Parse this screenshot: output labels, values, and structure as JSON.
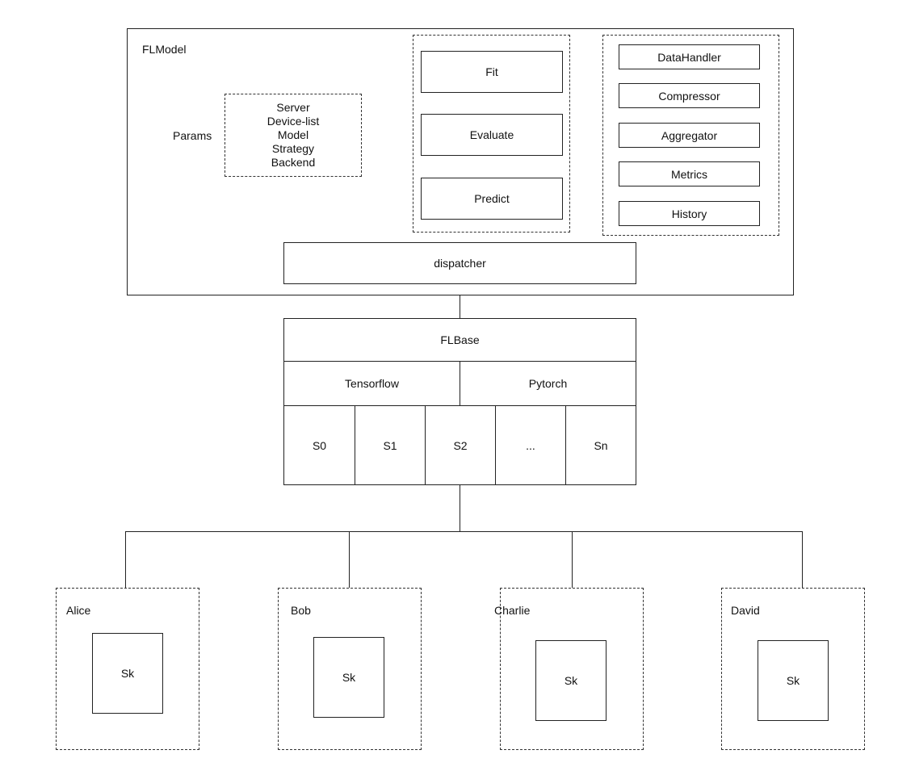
{
  "flmodel": {
    "title": "FLModel",
    "params_label": "Params",
    "params": [
      "Server",
      "Device-list",
      "Model",
      "Strategy",
      "Backend"
    ],
    "methods": [
      "Fit",
      "Evaluate",
      "Predict"
    ],
    "components": [
      "DataHandler",
      "Compressor",
      "Aggregator",
      "Metrics",
      "History"
    ],
    "dispatcher": "dispatcher"
  },
  "flbase": {
    "title": "FLBase",
    "backends": [
      "Tensorflow",
      "Pytorch"
    ],
    "strategies": [
      "S0",
      "S1",
      "S2",
      "...",
      "Sn"
    ]
  },
  "devices": [
    {
      "name": "Alice",
      "inner": "Sk"
    },
    {
      "name": "Bob",
      "inner": "Sk"
    },
    {
      "name": "Charlie",
      "inner": "Sk"
    },
    {
      "name": "David",
      "inner": "Sk"
    }
  ]
}
